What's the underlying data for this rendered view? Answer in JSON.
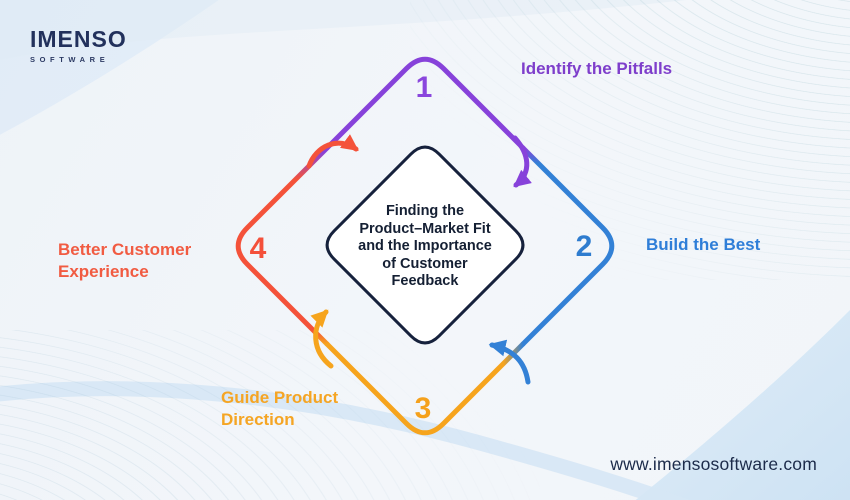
{
  "brand": {
    "name": "IMENSO",
    "subtitle": "SOFTWARE"
  },
  "title": {
    "lines": [
      "Finding the",
      "Product–Market Fit",
      "and the Importance",
      "of Customer",
      "Feedback"
    ]
  },
  "steps": [
    {
      "number": "1",
      "label": "Identify the Pitfalls",
      "color": "#8a46dd",
      "position": "top"
    },
    {
      "number": "2",
      "label": "Build the Best",
      "color": "#2f7ed8",
      "position": "right"
    },
    {
      "number": "3",
      "label": "Guide Product Direction",
      "color": "#f5a41f",
      "position": "bottom"
    },
    {
      "number": "4",
      "label": "Better Customer Experience",
      "color": "#f3543c",
      "position": "left"
    }
  ],
  "footer": {
    "website": "www.imensosoftware.com"
  },
  "colors": {
    "purple": "#8742da",
    "blue": "#3381d6",
    "orange": "#f6a41d",
    "red": "#f4523a",
    "navy": "#16213c",
    "background": "#f2f5f9"
  }
}
